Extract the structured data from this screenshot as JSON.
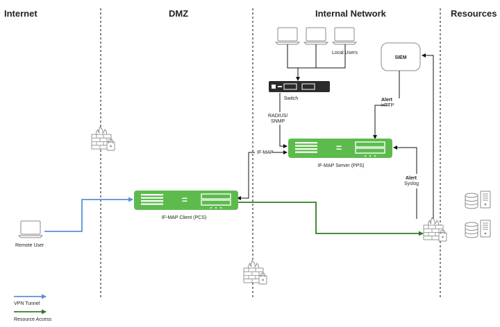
{
  "zones": {
    "internet": "Internet",
    "dmz": "DMZ",
    "internal": "Internal Network",
    "resources": "Resources"
  },
  "devices": {
    "local_users": "Local Users",
    "switch": "Switch",
    "siem": "SIEM",
    "ifmap_server": "IF-MAP Server (PPS)",
    "ifmap_client": "IF-MAP Client (PCS)",
    "remote_user": "Remote User"
  },
  "connections": {
    "radius_snmp_line1": "RADIUS/",
    "radius_snmp_line2": "SNMP",
    "ifmap": "IF-MAP",
    "alert_http_title": "Alert",
    "alert_http_proto": "HTTP",
    "alert_syslog_title": "Alert",
    "alert_syslog_proto": "Syslog",
    "appliance_equals": "="
  },
  "legend": {
    "vpn_tunnel": "VPN Tunnel",
    "resource_access": "Resource Access"
  },
  "colors": {
    "vpn_tunnel": "#5a8fd8",
    "resource_access": "#2f7d22",
    "appliance": "#5dbb4e",
    "switch_body": "#2b2b2b"
  },
  "icons": {
    "firewall": "firewall-icon",
    "laptop": "laptop-icon",
    "server": "server-icon",
    "database": "database-icon"
  }
}
